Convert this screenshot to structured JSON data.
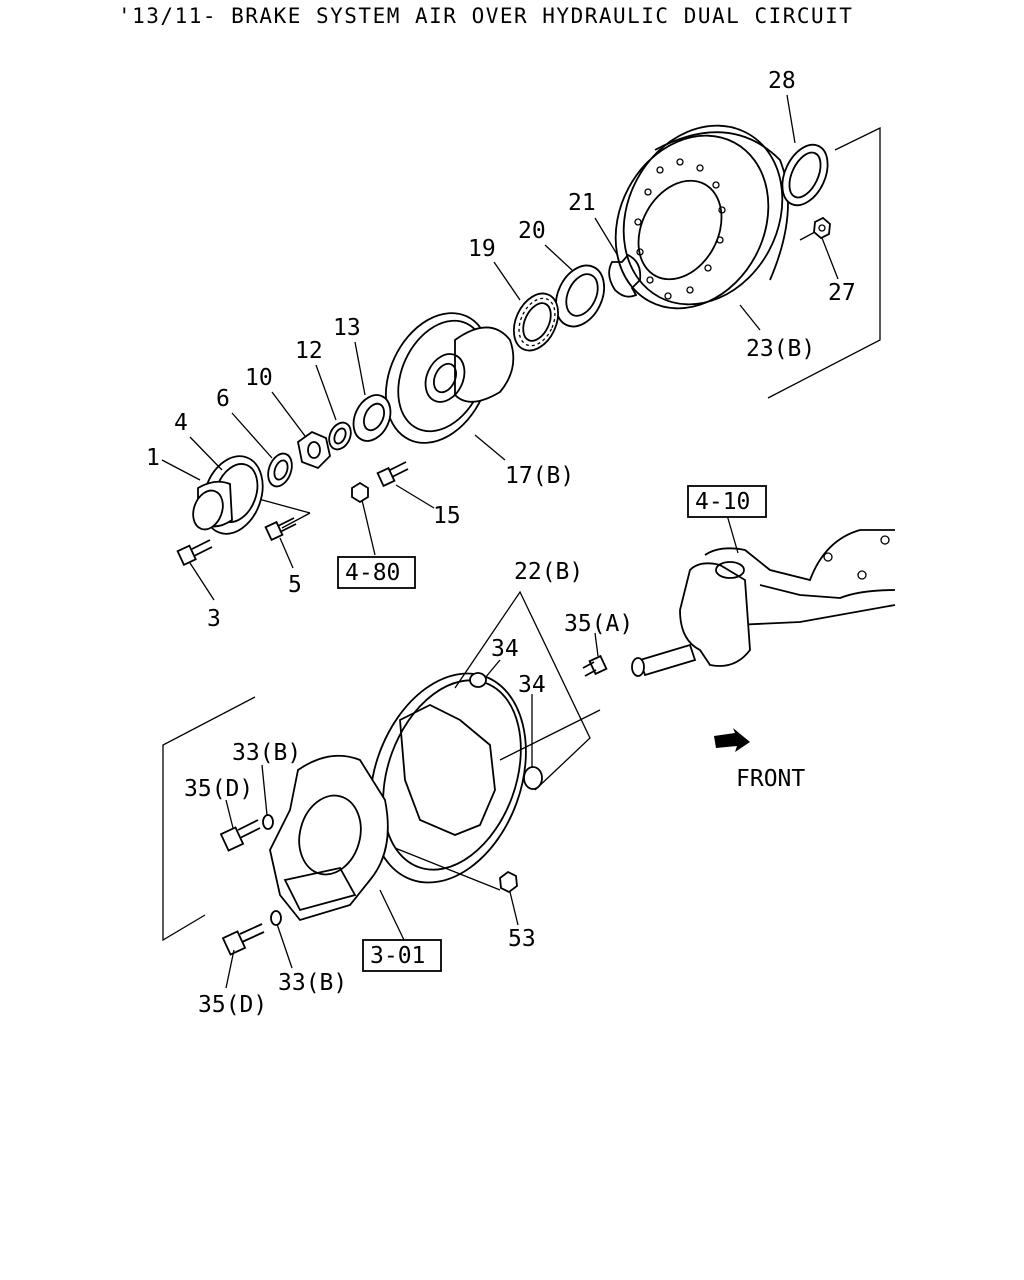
{
  "title": "'13/11- BRAKE SYSTEM AIR OVER HYDRAULIC DUAL CIRCUIT",
  "callouts": {
    "c28": "28",
    "c27": "27",
    "c21": "21",
    "c20": "20",
    "c19": "19",
    "c23b": "23(B)",
    "c13": "13",
    "c12": "12",
    "c10": "10",
    "c6": "6",
    "c4": "4",
    "c1": "1",
    "c17b": "17(B)",
    "c15": "15",
    "c5": "5",
    "c3": "3",
    "c22b": "22(B)",
    "c34a": "34",
    "c34b": "34",
    "c35a": "35(A)",
    "c33b_top": "33(B)",
    "c35d_top": "35(D)",
    "c33b_bot": "33(B)",
    "c35d_bot": "35(D)",
    "c53": "53"
  },
  "references": {
    "r480": "4-80",
    "r410": "4-10",
    "r301": "3-01"
  },
  "front_label": "FRONT"
}
